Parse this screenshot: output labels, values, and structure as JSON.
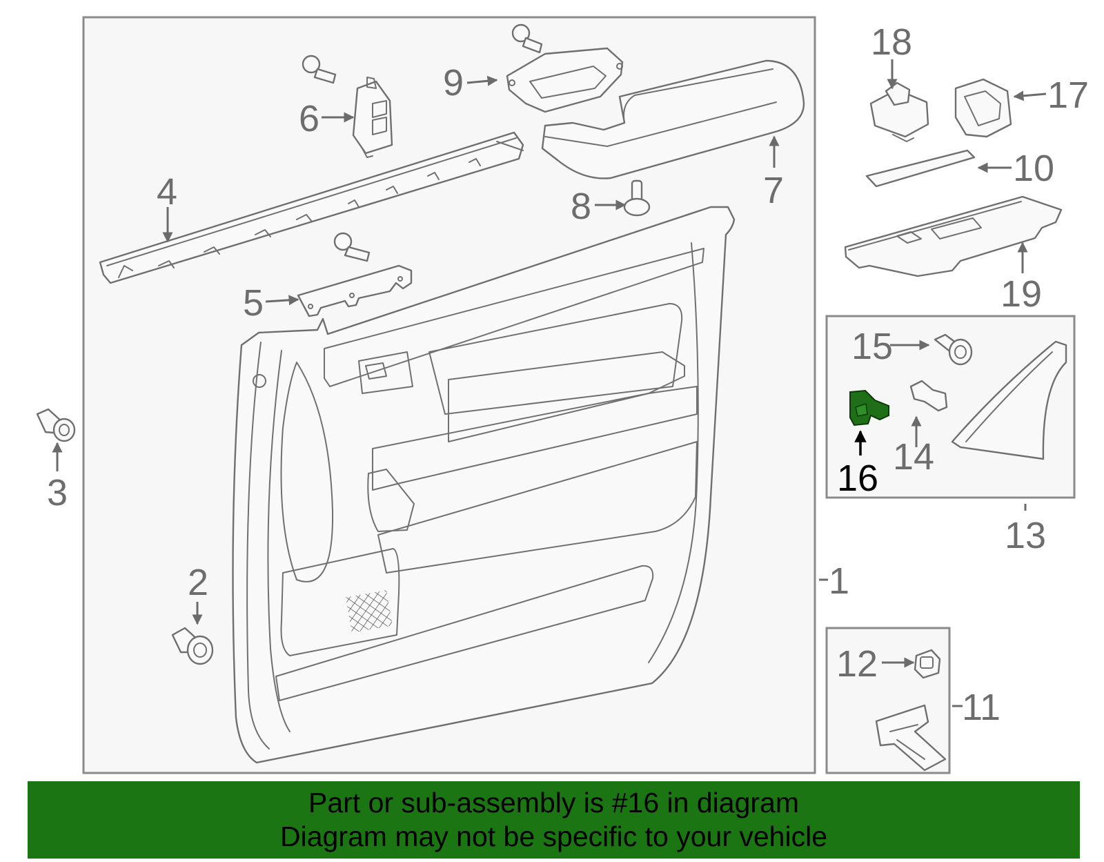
{
  "diagram": {
    "callouts": [
      "1",
      "2",
      "3",
      "4",
      "5",
      "6",
      "7",
      "8",
      "9",
      "10",
      "11",
      "12",
      "13",
      "14",
      "15",
      "16",
      "17",
      "18",
      "19"
    ],
    "highlighted_part": "16",
    "highlight_color": "#1a7512"
  },
  "banner": {
    "line1": "Part or sub-assembly is #16 in diagram",
    "line2": "Diagram may not be specific to your vehicle",
    "background": "#1a7512"
  }
}
